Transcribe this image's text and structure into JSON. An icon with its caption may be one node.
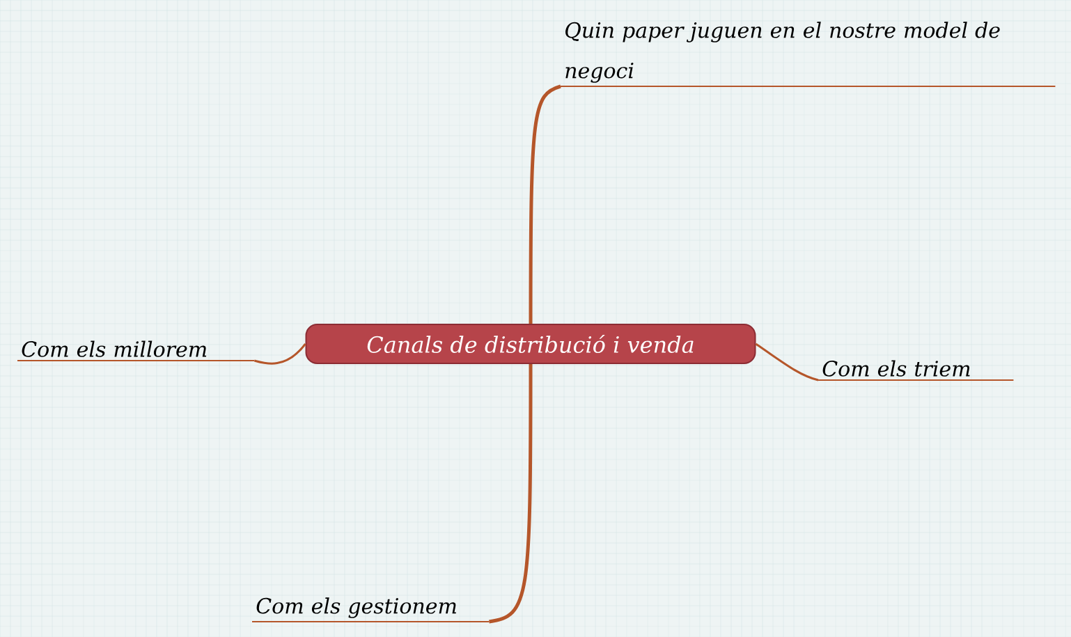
{
  "diagram": {
    "nodes": [
      {
        "text": [
          "Canals de distribució i venda"
        ]
      },
      {
        "text": [
          "Quin paper juguen en el nostre model de negoci"
        ]
      },
      {
        "text": [
          "Com els millorem"
        ]
      },
      {
        "text": [
          "Com els triem"
        ]
      },
      {
        "text": [
          "Com els gestionem"
        ]
      }
    ],
    "edges": [
      {
        "from": 0,
        "to": 1,
        "arrow": "none"
      },
      {
        "from": 0,
        "to": 2,
        "arrow": "none"
      },
      {
        "from": 0,
        "to": 3,
        "arrow": "none"
      },
      {
        "from": 0,
        "to": 4,
        "arrow": "none"
      }
    ]
  }
}
